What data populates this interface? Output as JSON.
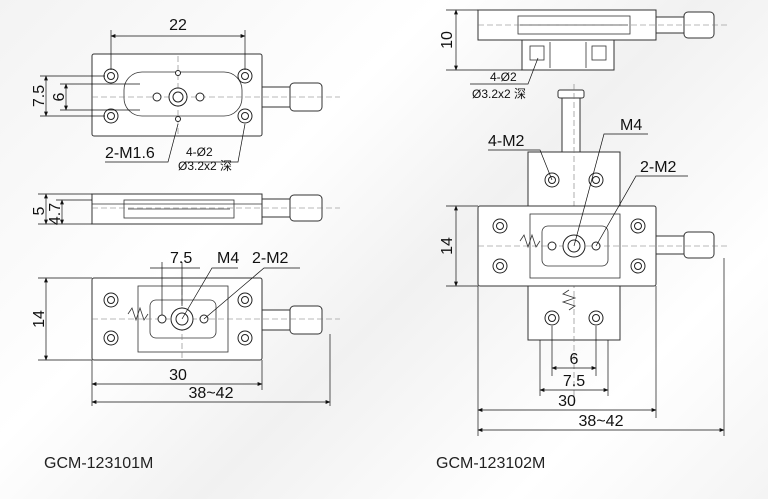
{
  "diagram": {
    "left": {
      "model": "GCM-123101M",
      "top_view": {
        "dim_width": "22",
        "dim_height_outer": "7.5",
        "dim_height_inner": "6",
        "note_thread": "2-M1.6",
        "note_holes": "4-Ø2",
        "note_cbore": "Ø3.2x2 深"
      },
      "side_view": {
        "dim_total": "5",
        "dim_body": "4.7"
      },
      "bottom_view": {
        "dim_offset": "7.5",
        "note_center_thread": "M4",
        "note_threads": "2-M2",
        "dim_height": "14",
        "dim_base": "30",
        "dim_stroke": "38~42"
      }
    },
    "right": {
      "model": "GCM-123102M",
      "side_view": {
        "dim_height": "10",
        "note_holes": "4-Ø2",
        "note_cbore": "Ø3.2x2 深"
      },
      "top_view": {
        "note_mount": "4-M2",
        "note_center_thread": "M4",
        "note_threads": "2-M2",
        "dim_height": "14",
        "dim_inner": "6",
        "dim_offset": "7.5",
        "dim_base": "30",
        "dim_stroke": "38~42"
      }
    },
    "colors": {
      "line": "#333333",
      "text": "#111111"
    }
  }
}
